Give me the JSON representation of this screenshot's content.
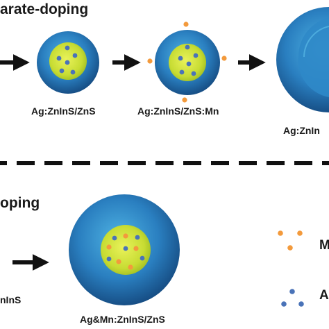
{
  "section_top": {
    "title": "arate-doping"
  },
  "section_bottom": {
    "title": "oping"
  },
  "captions": {
    "np1": "Ag:ZnInS/ZnS",
    "np2": "Ag:ZnInS/ZnS:Mn",
    "np3": "Ag:ZnIn",
    "np4": "Ag&Mn:ZnInS/ZnS",
    "left_bottom": "nInS"
  },
  "legend": {
    "mn_label": "M",
    "ag_label": "A"
  },
  "colors": {
    "shell_outer": "#1f5f9c",
    "shell_inner": "#3fa1d6",
    "core": "#cfe238",
    "ag_dot": "#4a73b8",
    "mn_dot": "#f39a3c",
    "arrow": "#111111"
  }
}
